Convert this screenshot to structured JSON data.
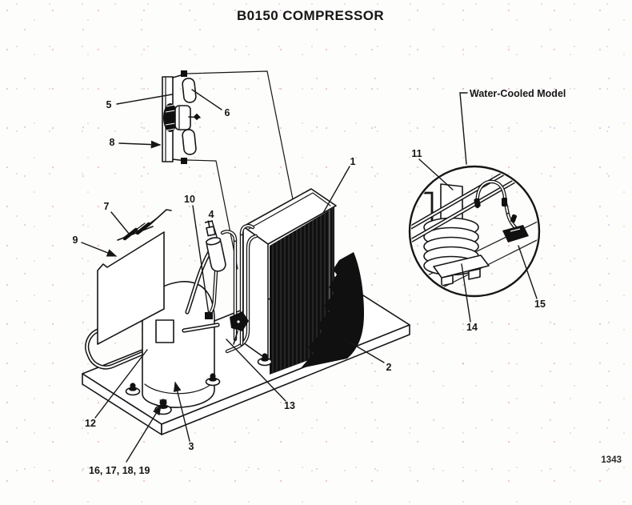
{
  "page": {
    "title": "B0150 COMPRESSOR",
    "figure_number": "1343",
    "colors": {
      "line": "#161616",
      "dark_fill": "#101010",
      "background": "#fdfdfc"
    }
  },
  "detail_view": {
    "label": "Water-Cooled Model"
  },
  "callouts": [
    "1",
    "2",
    "3",
    "4",
    "5",
    "6",
    "7",
    "8",
    "9",
    "10",
    "11",
    "12",
    "13",
    "14",
    "15",
    "16, 17, 18, 19"
  ]
}
